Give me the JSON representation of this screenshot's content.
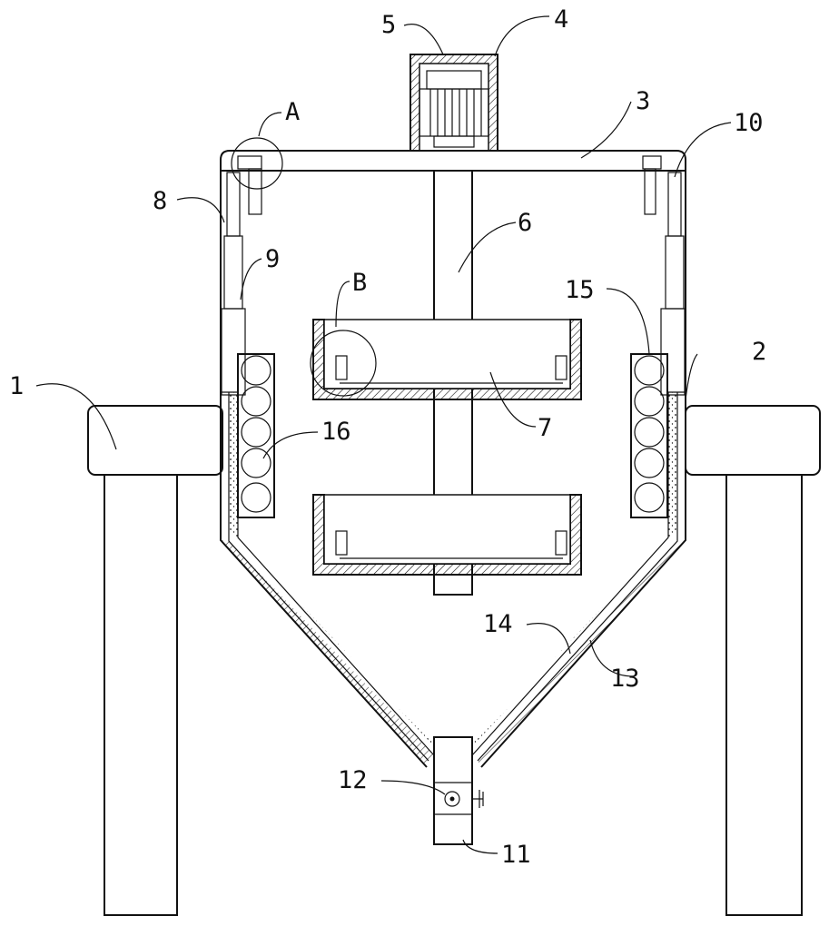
{
  "figure": {
    "labels": {
      "l1": "1",
      "l2": "2",
      "l3": "3",
      "l4": "4",
      "l5": "5",
      "l6": "6",
      "l7": "7",
      "l8": "8",
      "l9": "9",
      "l10": "10",
      "l11": "11",
      "l12": "12",
      "l13": "13",
      "l14": "14",
      "l15": "15",
      "l16": "16",
      "lA": "A",
      "lB": "B"
    }
  }
}
